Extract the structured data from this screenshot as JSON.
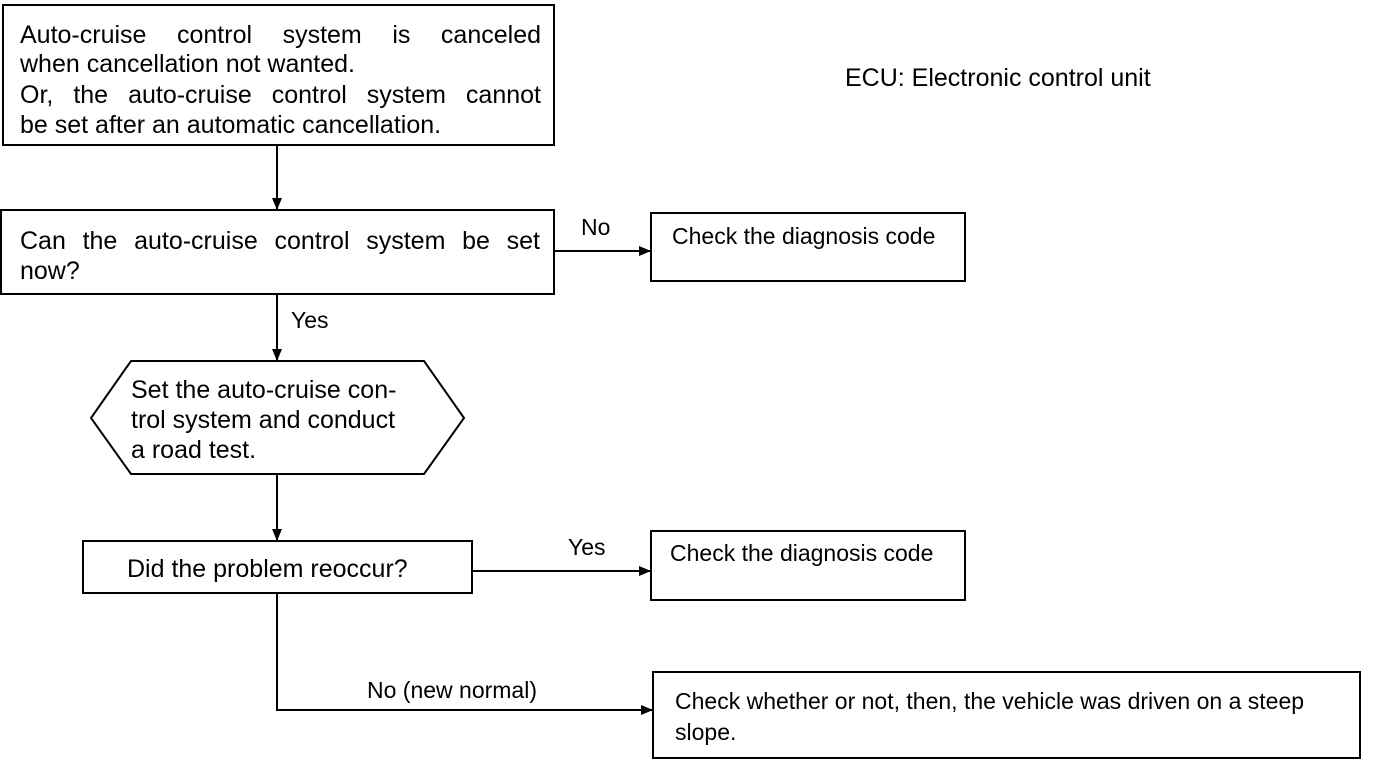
{
  "note": "ECU: Electronic control unit",
  "start": {
    "lines": [
      "Auto-cruise control system is canceled",
      "when cancellation not wanted.",
      "Or, the auto-cruise control system cannot",
      "be set after an automatic cancellation."
    ]
  },
  "decision_set_now": {
    "lines": [
      "Can the auto-cruise control system be set",
      "now?"
    ],
    "no_label": "No",
    "yes_label": "Yes"
  },
  "action_road_test": {
    "lines": [
      "Set the auto-cruise con-",
      "trol system and conduct",
      "a road test."
    ]
  },
  "decision_reoccur": {
    "text": "Did the problem reoccur?",
    "yes_label": "Yes",
    "no_label": "No (new normal)"
  },
  "result_diag_1": {
    "text": "Check the diagnosis code"
  },
  "result_diag_2": {
    "text": "Check the diagnosis code"
  },
  "result_slope": {
    "lines": [
      "Check whether or not, then, the vehicle was driven on a steep",
      "slope."
    ]
  }
}
